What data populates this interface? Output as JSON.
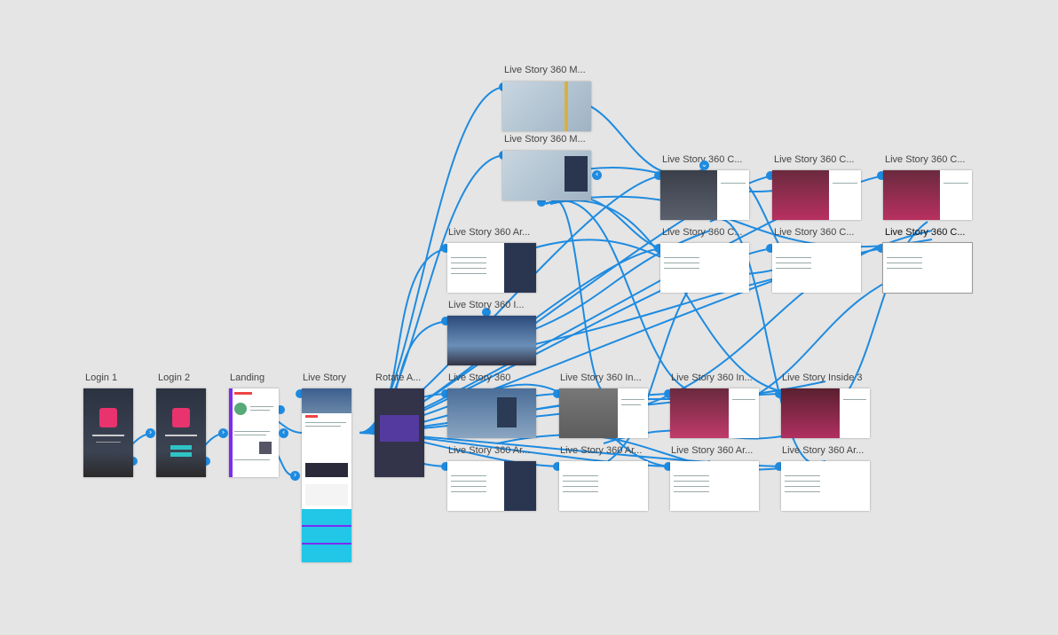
{
  "canvas": {
    "accent": "#1e8be0",
    "background": "#e5e5e5",
    "artboards": [
      {
        "id": "login1",
        "label": "Login 1"
      },
      {
        "id": "login2",
        "label": "Login 2"
      },
      {
        "id": "landing",
        "label": "Landing"
      },
      {
        "id": "livestory",
        "label": "Live Story"
      },
      {
        "id": "rotate",
        "label": "Rotate A..."
      },
      {
        "id": "ls360",
        "label": "Live Story 360"
      },
      {
        "id": "ls360in1",
        "label": "Live Story 360 In..."
      },
      {
        "id": "ls360in2",
        "label": "Live Story 360 In..."
      },
      {
        "id": "ls360in3",
        "label": "Live Story Inside 3"
      },
      {
        "id": "ls360ar_a",
        "label": "Live Story 360 Ar..."
      },
      {
        "id": "ls360ar_b",
        "label": "Live Story 360 Ar..."
      },
      {
        "id": "ls360ar_c",
        "label": "Live Story 360 Ar..."
      },
      {
        "id": "ls360ar_d",
        "label": "Live Story 360 Ar..."
      },
      {
        "id": "ls360ar_top",
        "label": "Live Story 360 Ar..."
      },
      {
        "id": "ls360pano",
        "label": "Live Story 360 I..."
      },
      {
        "id": "ls360m1",
        "label": "Live Story 360 M..."
      },
      {
        "id": "ls360m2",
        "label": "Live Story 360 M..."
      },
      {
        "id": "ls360c1",
        "label": "Live Story 360 C..."
      },
      {
        "id": "ls360c2",
        "label": "Live Story 360 C..."
      },
      {
        "id": "ls360c3",
        "label": "Live Story 360 C..."
      },
      {
        "id": "ls360c4",
        "label": "Live Story 360 C..."
      },
      {
        "id": "ls360c5",
        "label": "Live Story 360 C..."
      },
      {
        "id": "ls360c6",
        "label": "Live Story 360 C..."
      }
    ]
  }
}
